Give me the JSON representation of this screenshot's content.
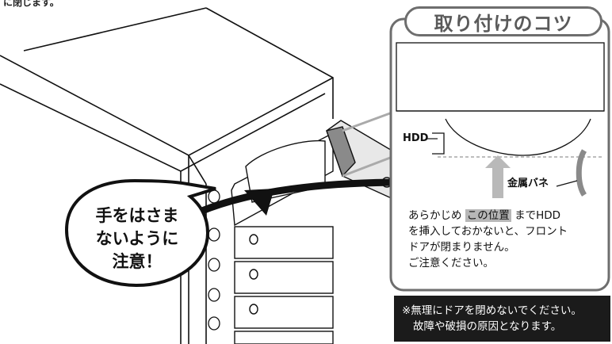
{
  "header_fragment": "に閉じます。",
  "tips_panel": {
    "title": "取り付けのコツ",
    "hdd_label": "HDD",
    "spring_label": "金属バネ",
    "note_line1_before": "あらかじめ",
    "note_line1_highlight": "この位置",
    "note_line1_after": "までHDD",
    "note_line2": "を挿入しておかないと、フロント",
    "note_line3": "ドアが閉まりません。",
    "note_line4": "ご注意ください。"
  },
  "caution_bubble": {
    "line1": "手をはさま",
    "line2": "ないように",
    "line3": "注意！"
  },
  "warning": {
    "line1": "※無理にドアを閉めないでください。",
    "line2": "故障や破損の原因となります。"
  },
  "colors": {
    "panel_border": "#6e6e6e",
    "highlight": "#b7b7b7",
    "arrow": "#b9b9b9",
    "warning_bg": "#1b1b1b"
  }
}
